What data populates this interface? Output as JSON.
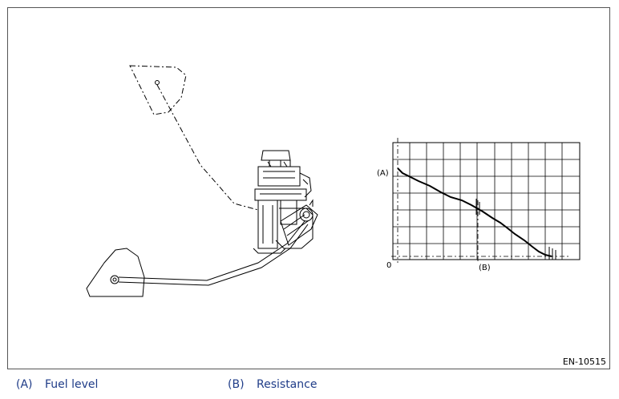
{
  "figure": {
    "id": "EN-10515",
    "graph": {
      "y_axis_key": "(A)",
      "x_axis_key": "(B)",
      "origin_label": "0"
    }
  },
  "legend": [
    {
      "key": "(A)",
      "label": "Fuel level"
    },
    {
      "key": "(B)",
      "label": "Resistance"
    }
  ],
  "colors": {
    "legend_text": "#1f3c88",
    "line": "#000000",
    "frame": "#555555"
  }
}
